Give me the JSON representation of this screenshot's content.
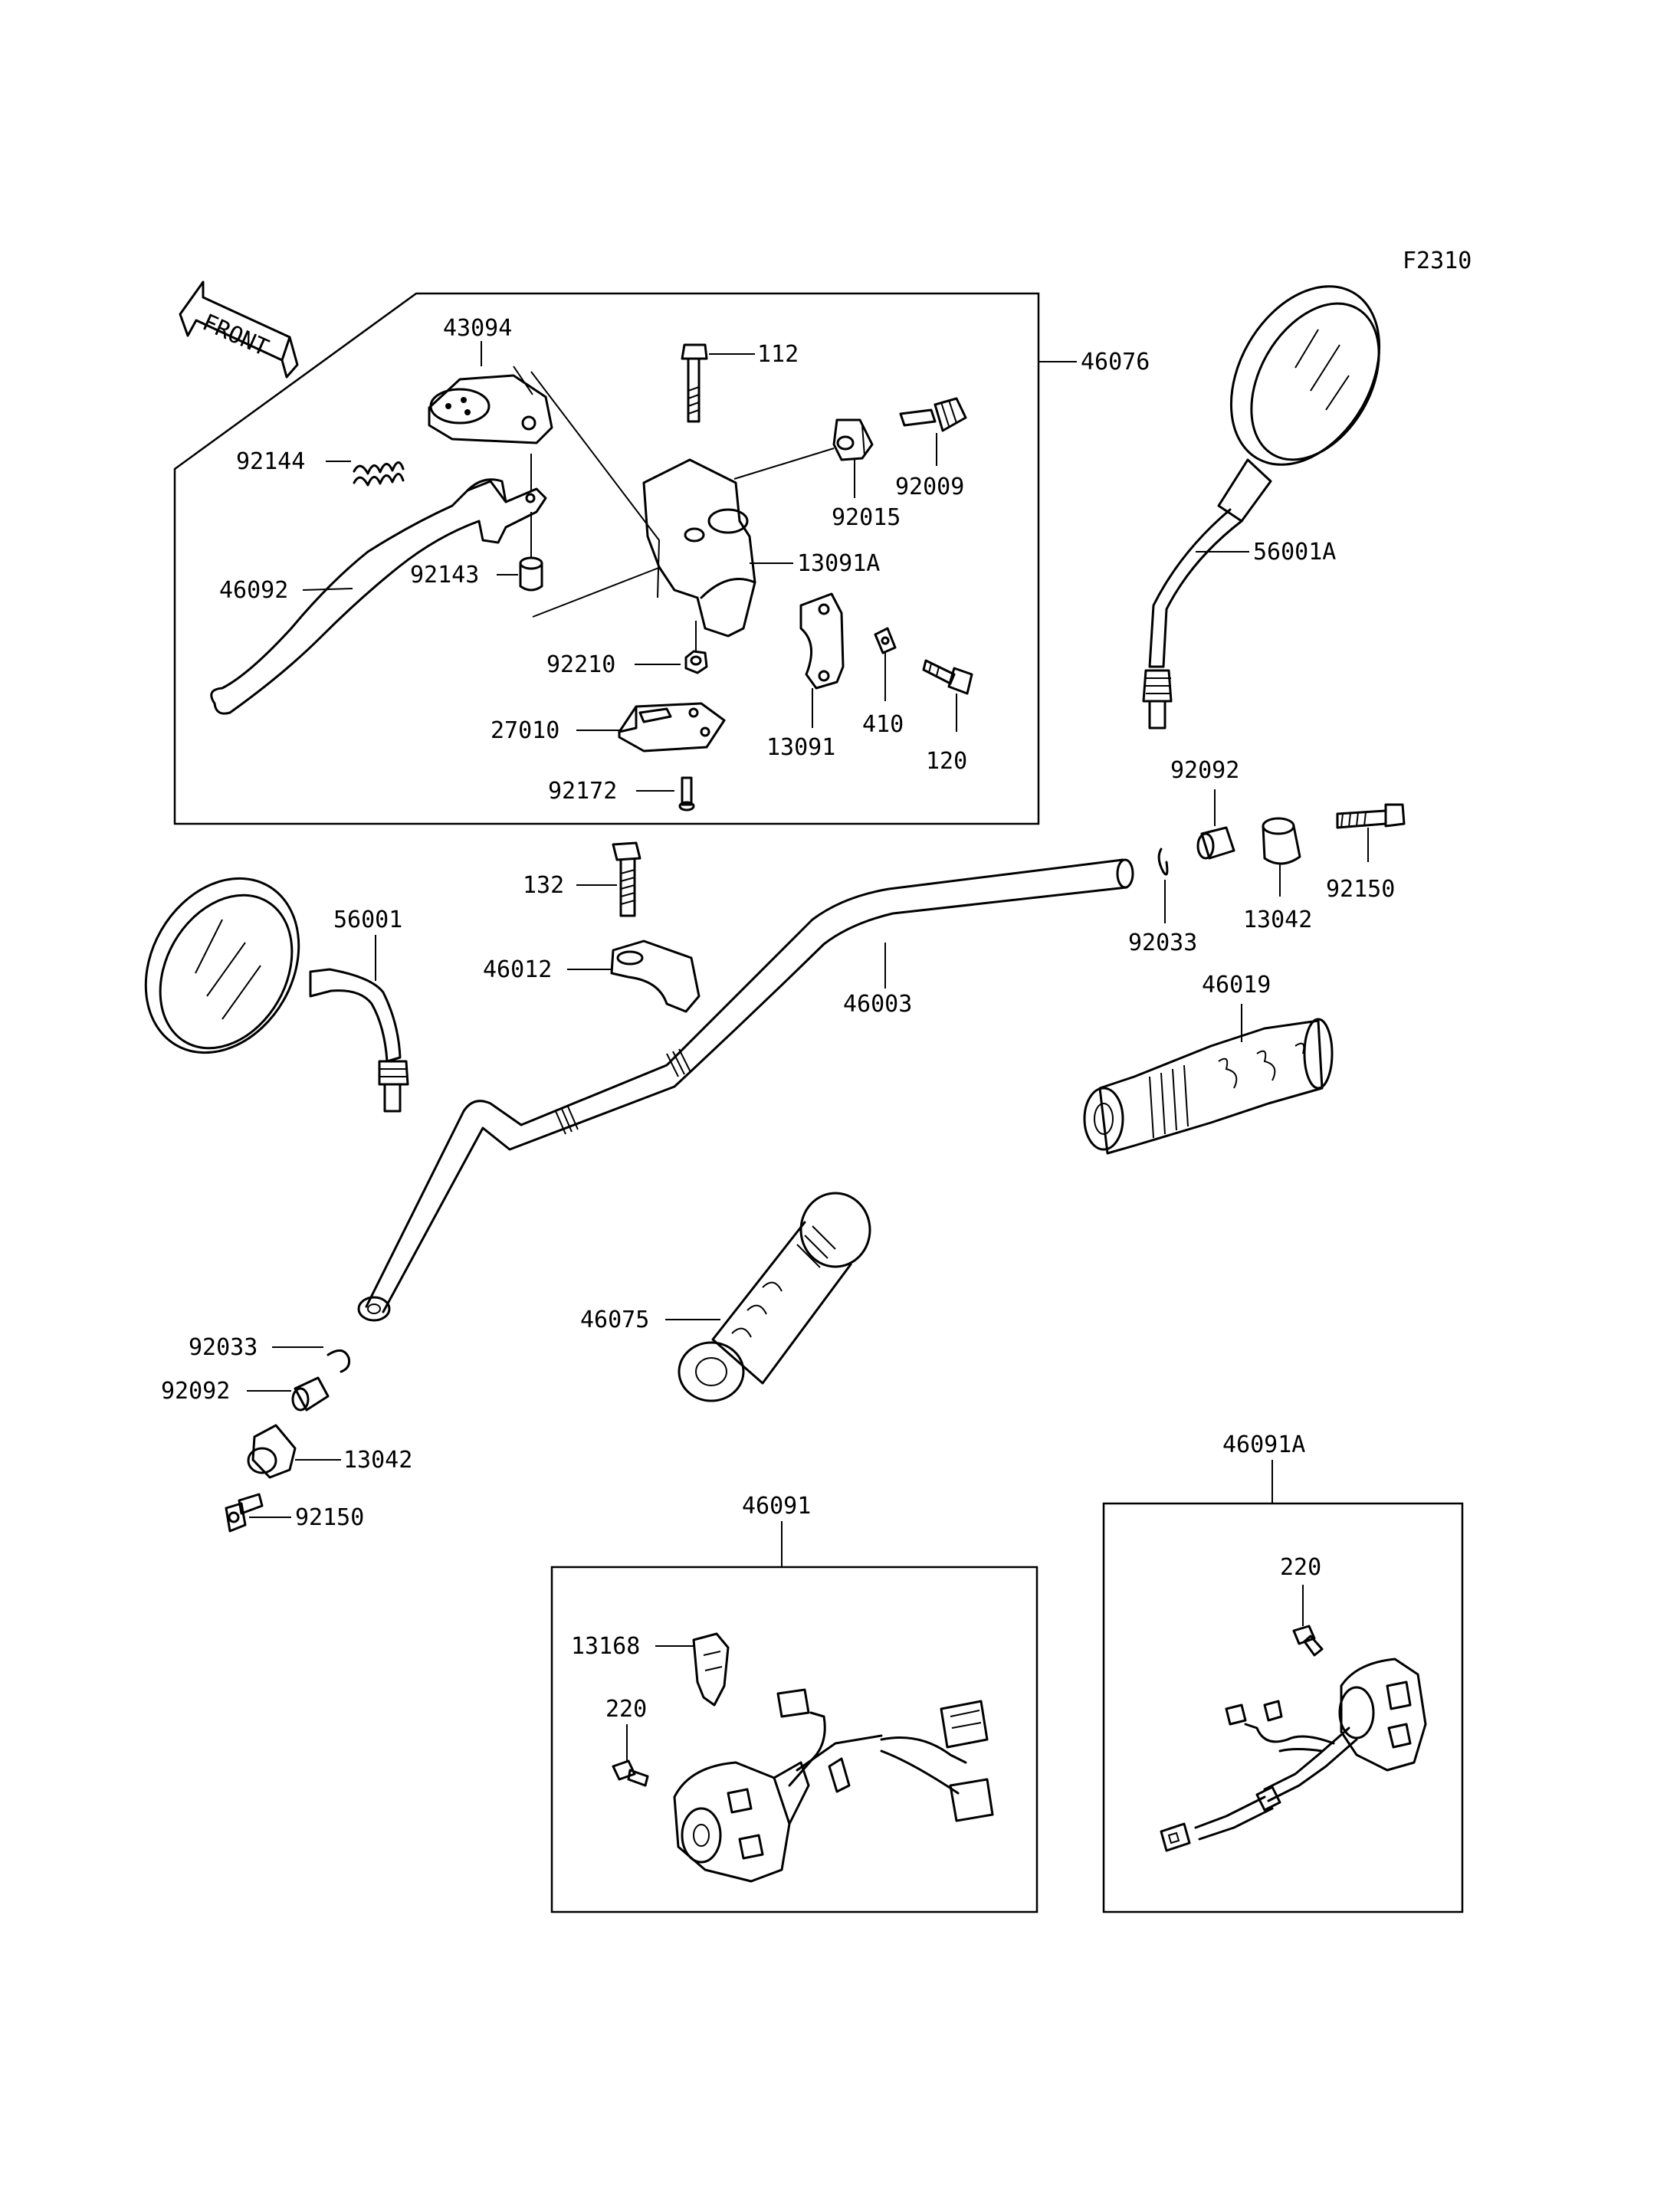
{
  "figure_code": "F2310",
  "front_arrow_label": "FRONT",
  "labels": {
    "l43094": "43094",
    "l112": "112",
    "l46076": "46076",
    "l92144": "92144",
    "l92015": "92015",
    "l92009": "92009",
    "l46092": "46092",
    "l92143": "92143",
    "l13091A": "13091A",
    "l56001A": "56001A",
    "l92210": "92210",
    "l410": "410",
    "l27010": "27010",
    "l13091": "13091",
    "l120": "120",
    "l92172": "92172",
    "l92092a": "92092",
    "l92150a": "92150",
    "l132": "132",
    "l56001": "56001",
    "l46012": "46012",
    "l46003": "46003",
    "l92033a": "92033",
    "l13042a": "13042",
    "l46019": "46019",
    "l46075": "46075",
    "l92033b": "92033",
    "l92092b": "92092",
    "l13042b": "13042",
    "l92150b": "92150",
    "l46091": "46091",
    "l46091A": "46091A",
    "l13168": "13168",
    "l220a": "220",
    "l220b": "220"
  }
}
